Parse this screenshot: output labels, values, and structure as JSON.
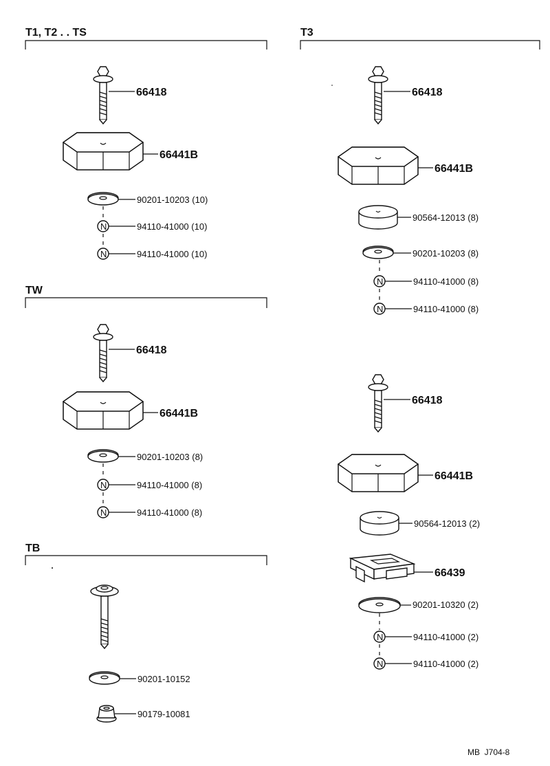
{
  "sections": {
    "t1t2ts": {
      "title": "T1, T2 . . TS",
      "parts": [
        "66418",
        "66441B",
        "90201-10203 (10)",
        "94110-41000 (10)",
        "94110-41000 (10)"
      ]
    },
    "t3": {
      "title": "T3",
      "parts": [
        "66418",
        "66441B",
        "90564-12013 (8)",
        "90201-10203 (8)",
        "94110-41000 (8)",
        "94110-41000 (8)"
      ]
    },
    "tw": {
      "title": "TW",
      "parts": [
        "66418",
        "66441B",
        "90201-10203 (8)",
        "94110-41000 (8)",
        "94110-41000 (8)"
      ]
    },
    "t3b": {
      "parts": [
        "66418",
        "66441B",
        "90564-12013 (2)",
        "66439",
        "90201-10320 (2)",
        "94110-41000 (2)",
        "94110-41000 (2)"
      ]
    },
    "tb": {
      "title": "TB",
      "parts": [
        "90201-10152",
        "90179-10081"
      ]
    }
  },
  "nut_symbol": "N",
  "icons": {
    "bolt": "hex-bolt-icon",
    "cushion": "octagonal-cushion-icon",
    "washer": "flat-washer-icon",
    "nut": "nut-icon",
    "spacer": "cylindrical-spacer-icon",
    "bracket": "clip-bracket-icon"
  },
  "footer": "MB  J704-8"
}
